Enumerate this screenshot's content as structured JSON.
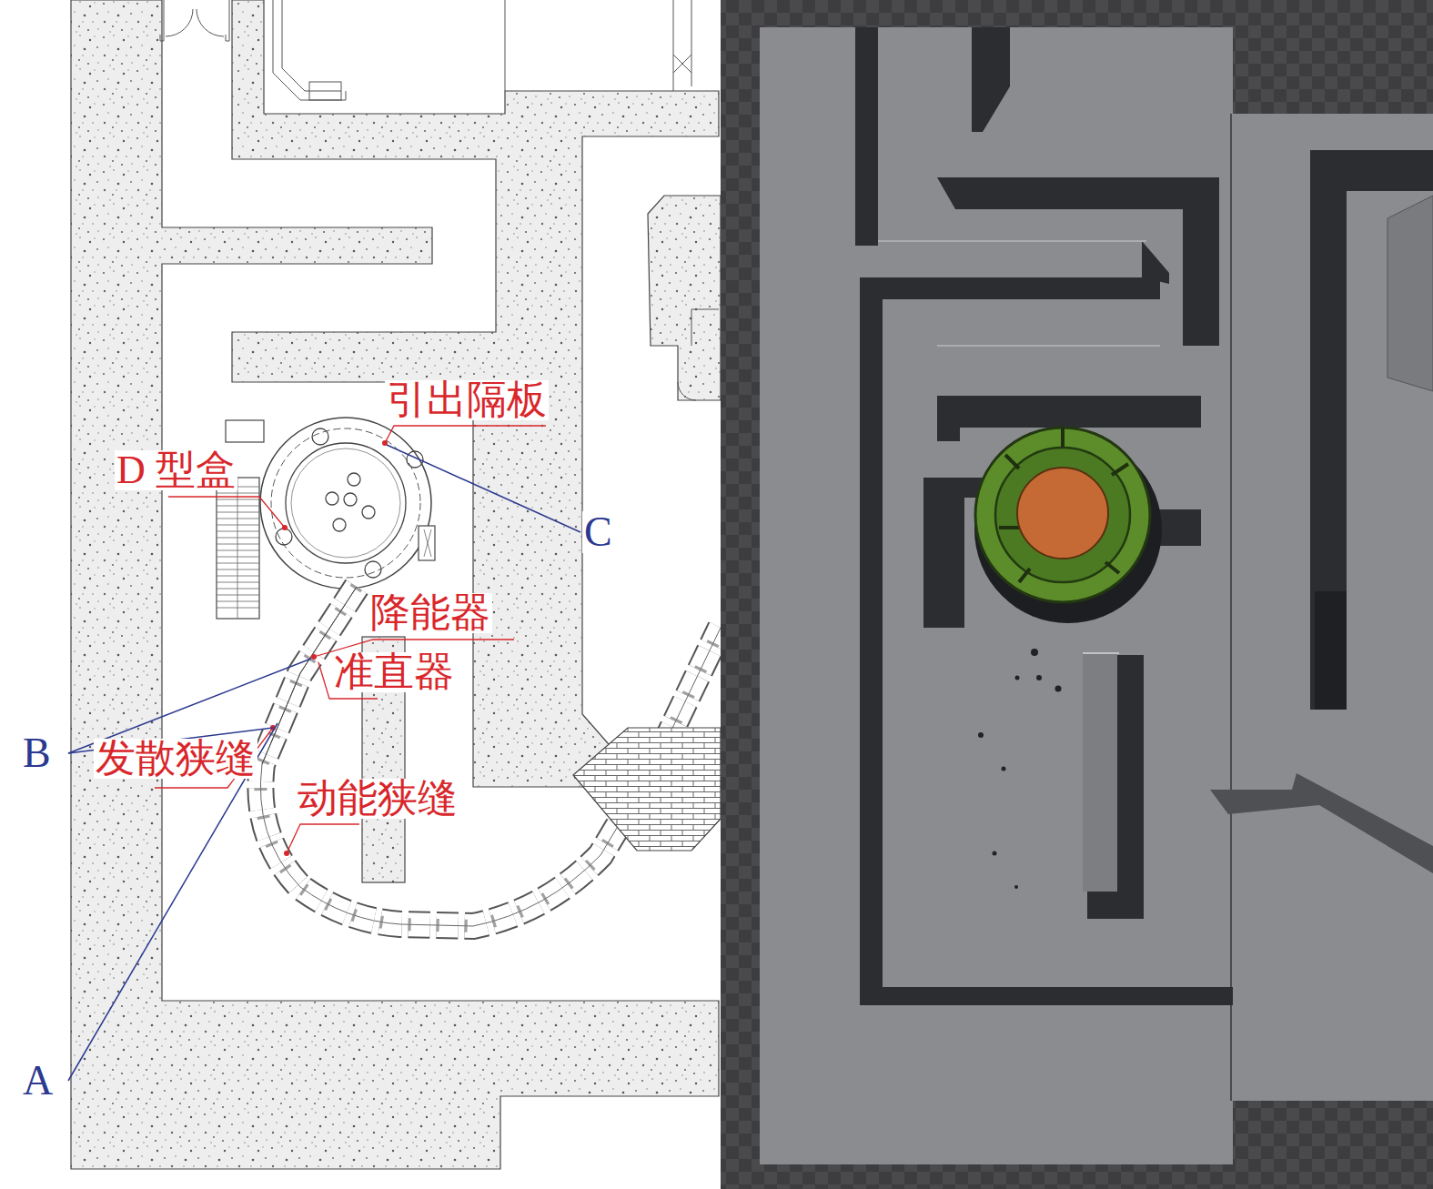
{
  "diagram": {
    "labels": [
      "引出隔板",
      "D 型盒",
      "降能器",
      "准直器",
      "发散狭缝",
      "动能狭缝",
      "C",
      "B",
      "A"
    ]
  }
}
